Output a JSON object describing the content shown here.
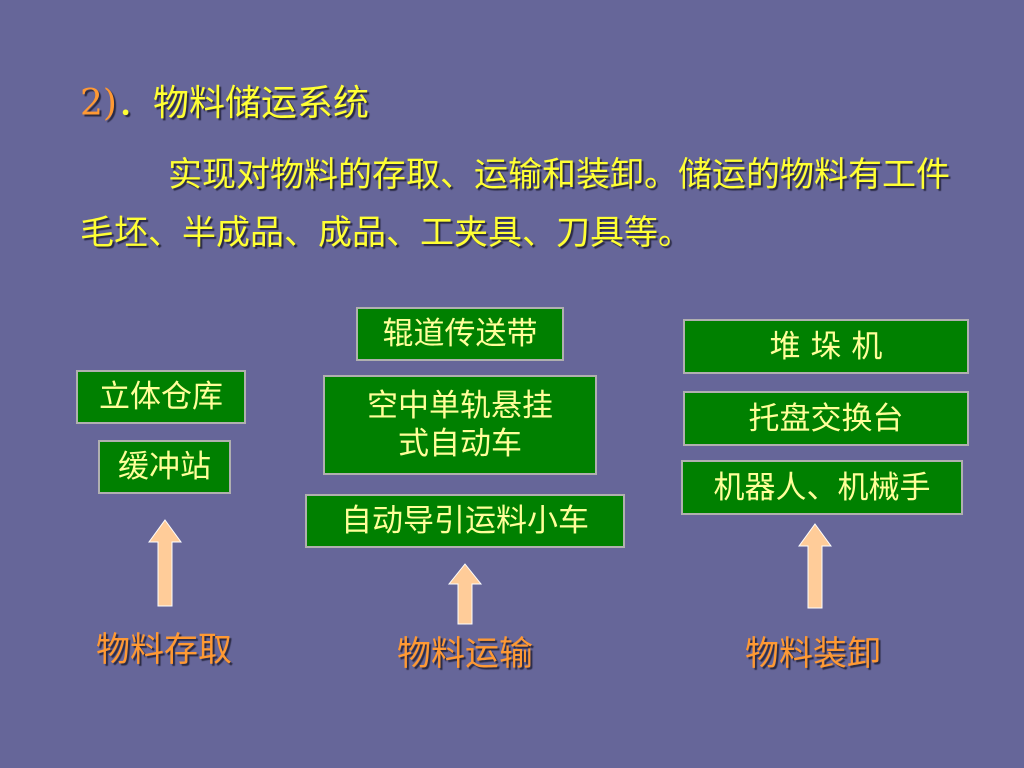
{
  "slide": {
    "title_number": "2)",
    "title_text": "．物料储运系统",
    "intro": "实现对物料的存取、运输和装卸。储运的物料有工件毛坯、半成品、成品、工夹具、刀具等。"
  },
  "groups": {
    "storage": {
      "label": "物料存取",
      "items": [
        "立体仓库",
        "缓冲站"
      ]
    },
    "transport": {
      "label": "物料运输",
      "items": [
        "辊道传送带",
        "空中单轨悬挂式自动车",
        "自动导引运料小车"
      ]
    },
    "handling": {
      "label": "物料装卸",
      "items": [
        "堆 垛 机",
        "托盘交换台",
        "机器人、机械手"
      ]
    }
  },
  "colors": {
    "background": "#666699",
    "title_text": "#FFFF33",
    "title_number": "#FF9933",
    "box_fill": "#008000",
    "box_text": "#FFFF99",
    "arrow_fill": "#FFCC99",
    "category_label": "#FF9933"
  }
}
